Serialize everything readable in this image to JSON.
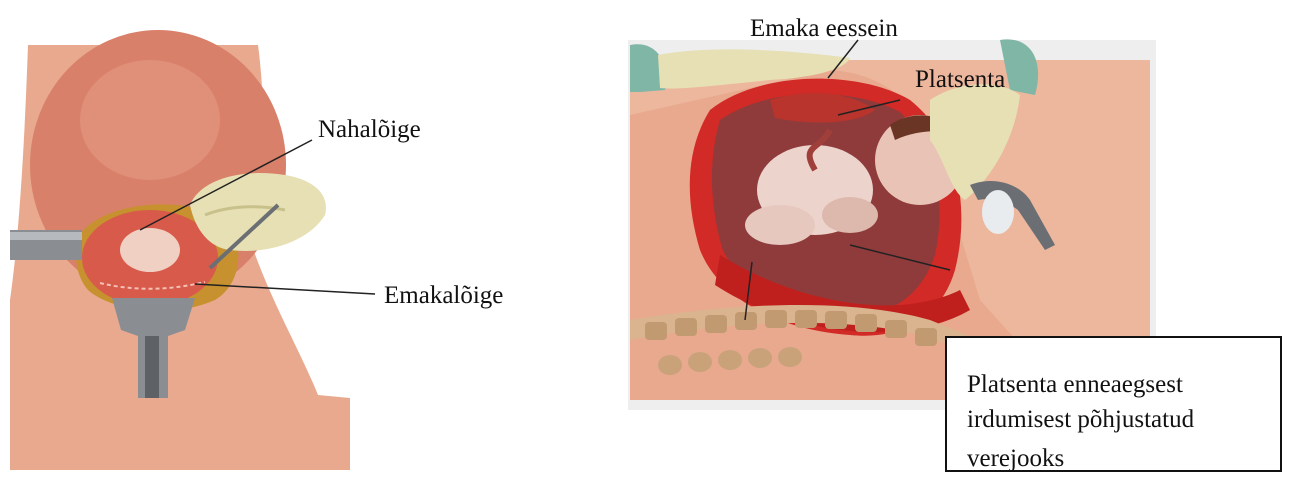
{
  "left_figure": {
    "labels": {
      "skin_incision": "Nahalõige",
      "uterine_incision": "Emakalõige"
    }
  },
  "right_figure": {
    "labels": {
      "uterine_front_wall": "Emaka eessein",
      "placenta": "Platsenta"
    },
    "callout": {
      "line1": "Platsenta enneaegsest",
      "line2": "irdumisest põhjustatud",
      "line3": "verejooks"
    }
  },
  "colors": {
    "skin": "#e8a98e",
    "uterus": "#d9695a",
    "blood": "#d22a26",
    "glove": "#e6e0b4",
    "drape": "#7fb6a6",
    "steel": "#8a8e92"
  }
}
